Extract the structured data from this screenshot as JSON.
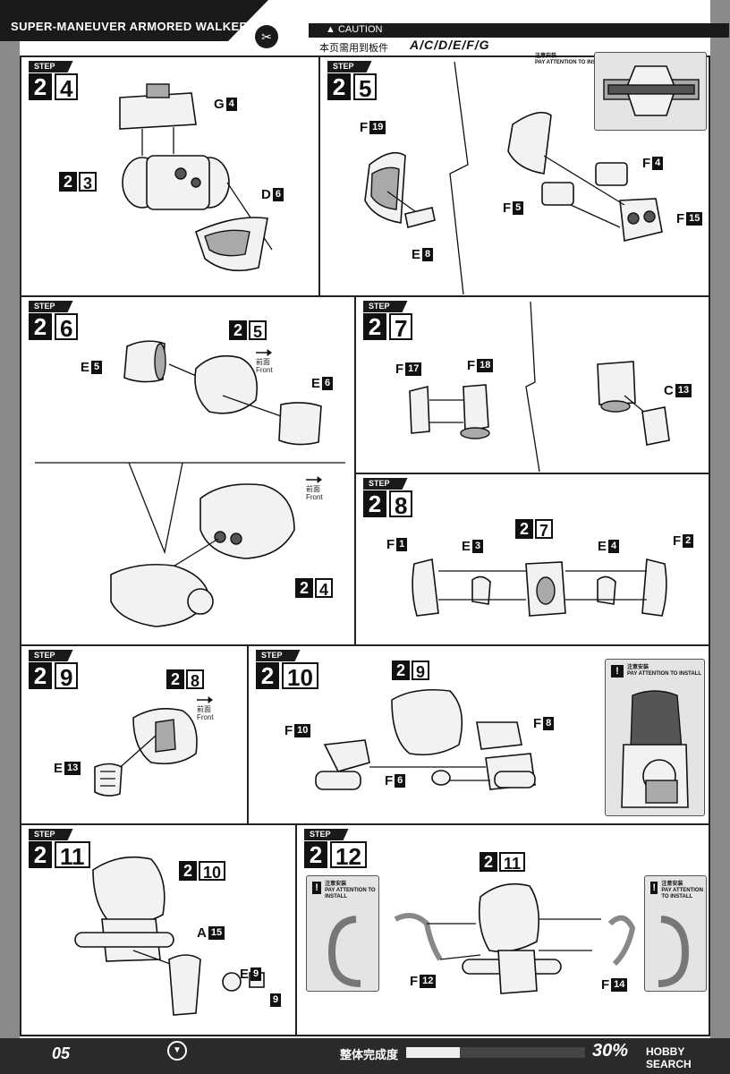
{
  "header": {
    "title": "SUPER-MANEUVER ARMORED WALKER",
    "caution_label": "CAUTION",
    "caution_sub": "本页需用到板件",
    "parts_sheets": "A/C/D/E/F/G"
  },
  "common": {
    "step_tag": "STEP",
    "front_cn": "前面",
    "front_en": "Front",
    "attention_cn": "注意安装",
    "attention_en": "PAY ATTENTION TO INSTALL"
  },
  "steps": [
    {
      "major": "2",
      "minor": "4",
      "labels": [
        {
          "letter": "G",
          "num": "4"
        },
        {
          "letter": "D",
          "num": "6"
        }
      ],
      "sub": {
        "major": "2",
        "minor": "3"
      }
    },
    {
      "major": "2",
      "minor": "5",
      "labels": [
        {
          "letter": "F",
          "num": "19"
        },
        {
          "letter": "E",
          "num": "8"
        },
        {
          "letter": "F",
          "num": "4"
        },
        {
          "letter": "F",
          "num": "5"
        },
        {
          "letter": "F",
          "num": "15"
        }
      ]
    },
    {
      "major": "2",
      "minor": "6",
      "labels": [
        {
          "letter": "E",
          "num": "5"
        },
        {
          "letter": "E",
          "num": "6"
        }
      ],
      "sub": {
        "major": "2",
        "minor": "5"
      },
      "sub2": {
        "major": "2",
        "minor": "4"
      }
    },
    {
      "major": "2",
      "minor": "7",
      "labels": [
        {
          "letter": "F",
          "num": "17"
        },
        {
          "letter": "F",
          "num": "18"
        },
        {
          "letter": "C",
          "num": "13"
        }
      ]
    },
    {
      "major": "2",
      "minor": "8",
      "labels": [
        {
          "letter": "F",
          "num": "1"
        },
        {
          "letter": "E",
          "num": "3"
        },
        {
          "letter": "E",
          "num": "4"
        },
        {
          "letter": "F",
          "num": "2"
        }
      ],
      "sub": {
        "major": "2",
        "minor": "7"
      }
    },
    {
      "major": "2",
      "minor": "9",
      "labels": [
        {
          "letter": "E",
          "num": "13"
        }
      ],
      "sub": {
        "major": "2",
        "minor": "8"
      }
    },
    {
      "major": "2",
      "minor": "10",
      "labels": [
        {
          "letter": "F",
          "num": "10"
        },
        {
          "letter": "F",
          "num": "8"
        },
        {
          "letter": "F",
          "num": "6"
        }
      ],
      "sub": {
        "major": "2",
        "minor": "9"
      }
    },
    {
      "major": "2",
      "minor": "11",
      "labels": [
        {
          "letter": "A",
          "num": "15"
        },
        {
          "letter": "E",
          "num": "9"
        },
        {
          "letter": "",
          "num": "9"
        }
      ],
      "sub": {
        "major": "2",
        "minor": "10"
      }
    },
    {
      "major": "2",
      "minor": "12",
      "labels": [
        {
          "letter": "F",
          "num": "12"
        },
        {
          "letter": "F",
          "num": "14"
        }
      ],
      "sub": {
        "major": "2",
        "minor": "11"
      }
    }
  ],
  "footer": {
    "page_number": "05",
    "completion_label": "整体完成度",
    "completion_percent": "30%",
    "completion_fraction": 0.3,
    "watermark": "HOBBY SEARCH"
  }
}
